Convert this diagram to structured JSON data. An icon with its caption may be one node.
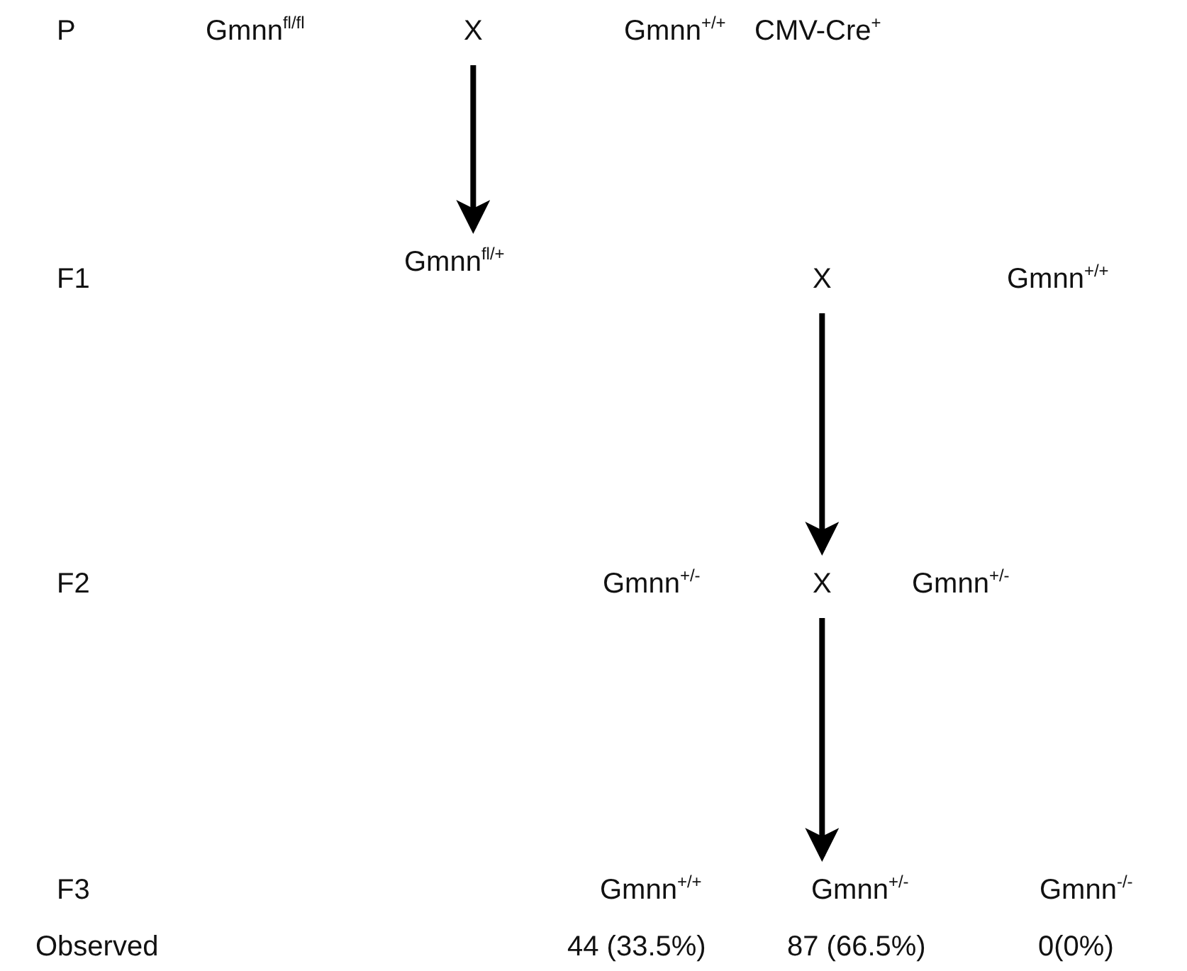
{
  "diagram": {
    "nodes": [
      {
        "text": [
          "X"
        ]
      },
      {
        "text": [
          "Gmnn$^{fl/+}$"
        ]
      },
      {
        "text": [
          "X"
        ]
      },
      {
        "text": [
          "X"
        ]
      },
      {
        "text": [
          "Gmnn$^{+/-}$"
        ]
      }
    ],
    "edges": [
      {
        "from": 0,
        "to": 1,
        "arrow": "to"
      },
      {
        "from": 2,
        "to": 3,
        "arrow": "to"
      },
      {
        "from": 3,
        "to": 4,
        "arrow": "to"
      }
    ],
    "labels": [
      "P",
      "Gmnn$^{fl/fl}$",
      "Gmnn$^{+/+}$",
      "CMV-Cre$^{+}$",
      "F1",
      "Gmnn$^{+/+}$",
      "F2",
      "Gmnn$^{+/-}$",
      "Gmnn$^{+/-}$",
      "F3",
      "Gmnn$^{+/+}$",
      "Gmnn$^{-/-}$",
      "Observed",
      "44 (33.5%)",
      "87 (66.5%)",
      "0(0%)"
    ]
  }
}
